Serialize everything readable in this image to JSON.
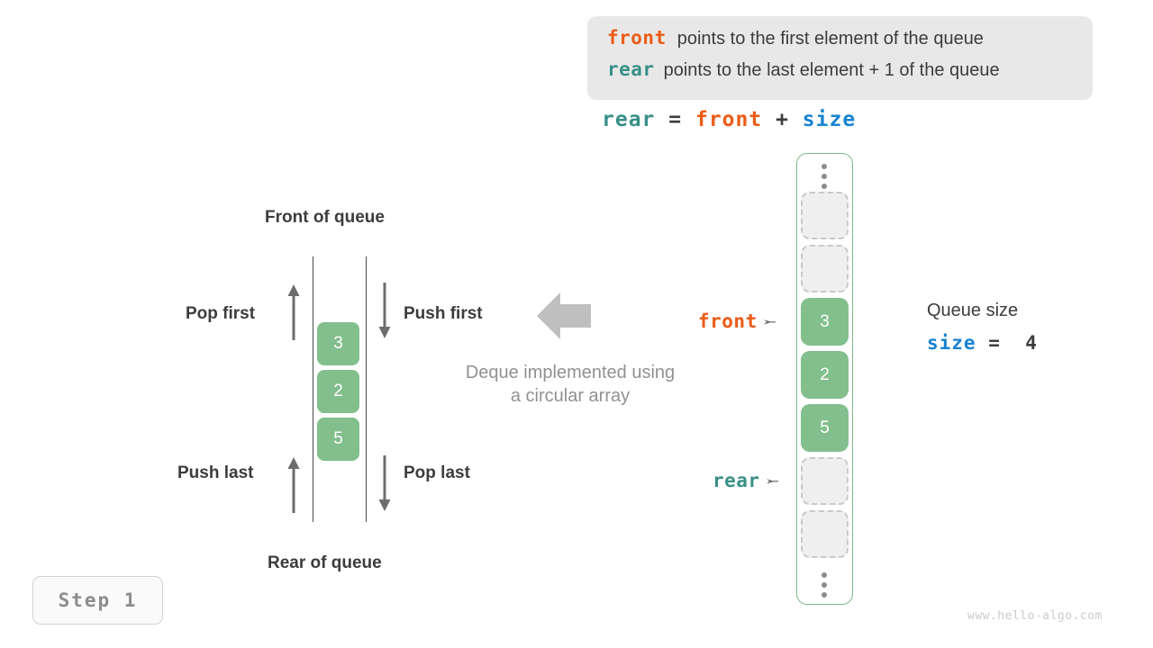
{
  "legend": {
    "rows": [
      {
        "keyword": "front",
        "text": "points to the first element of the queue",
        "color": "#ec5b16"
      },
      {
        "keyword": "rear",
        "text": "points to the last element + 1 of the queue",
        "color": "#389087"
      }
    ]
  },
  "formula": {
    "lhs": "rear",
    "eq": "=",
    "rhs1": "front",
    "plus": "+",
    "rhs2": "size"
  },
  "deque": {
    "front_label": "Front of queue",
    "rear_label": "Rear of queue",
    "cells": [
      "3",
      "2",
      "5"
    ],
    "operations": [
      {
        "label": "Pop first",
        "direction": "up",
        "side": "left"
      },
      {
        "label": "Push first",
        "direction": "down",
        "side": "right"
      },
      {
        "label": "Push last",
        "direction": "up",
        "side": "left"
      },
      {
        "label": "Pop last",
        "direction": "down",
        "side": "right"
      }
    ]
  },
  "caption": {
    "line1": "Deque implemented using",
    "line2": "a circular array"
  },
  "array": {
    "top_ellipsis": "⋮",
    "bottom_ellipsis": "⋮",
    "slots": [
      {
        "value": "",
        "state": "empty"
      },
      {
        "value": "",
        "state": "empty"
      },
      {
        "value": "3",
        "state": "filled"
      },
      {
        "value": "2",
        "state": "filled"
      },
      {
        "value": "5",
        "state": "filled"
      },
      {
        "value": "",
        "state": "empty"
      },
      {
        "value": "",
        "state": "empty"
      }
    ],
    "pointers": [
      {
        "name": "front",
        "label": "front",
        "color": "#ec5b16",
        "target_slot": 2
      },
      {
        "name": "rear",
        "label": "rear",
        "color": "#389087",
        "target_slot": 5
      }
    ],
    "border_color": "#7cb986",
    "filled_color": "#82bf8c"
  },
  "size_info": {
    "title": "Queue size",
    "var": "size",
    "eq": "=",
    "value": "4"
  },
  "step": {
    "label": "Step 1"
  },
  "watermark": {
    "text": "www.hello-algo.com"
  }
}
